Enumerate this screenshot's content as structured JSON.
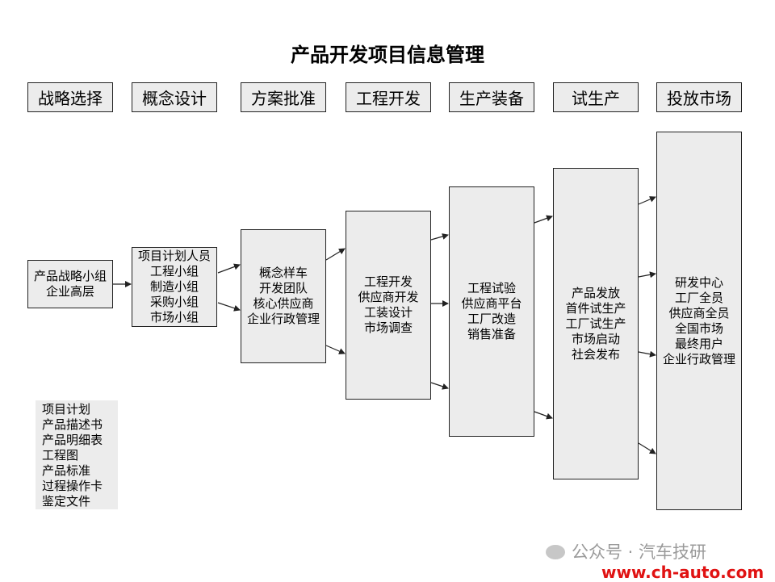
{
  "title": "产品开发项目信息管理",
  "phases": [
    "战略选择",
    "概念设计",
    "方案批准",
    "工程开发",
    "生产装备",
    "试生产",
    "投放市场"
  ],
  "boxes": [
    [
      "产品战略小组",
      "企业高层"
    ],
    [
      "项目计划人员",
      "工程小组",
      "制造小组",
      "采购小组",
      "市场小组"
    ],
    [
      "概念样车",
      "开发团队",
      "核心供应商",
      "企业行政管理"
    ],
    [
      "工程开发",
      "供应商开发",
      "工装设计",
      "市场调查"
    ],
    [
      "工程试验",
      "供应商平台",
      "工厂改造",
      "销售准备"
    ],
    [
      "产品发放",
      "首件试生产",
      "工厂试生产",
      "市场启动",
      "社会发布"
    ],
    [
      "研发中心",
      "工厂全员",
      "供应商全员",
      "全国市场",
      "最终用户",
      "企业行政管理"
    ]
  ],
  "documents": [
    "项目计划",
    "产品描述书",
    "产品明细表",
    "工程图",
    "产品标准",
    "过程操作卡",
    "鉴定文件"
  ],
  "watermark": {
    "account": "公众号 · 汽车技研",
    "url": "www.ch-auto.com"
  },
  "colors": {
    "box_fill": "#ececec",
    "border": "#222222",
    "url": "#e01212"
  }
}
